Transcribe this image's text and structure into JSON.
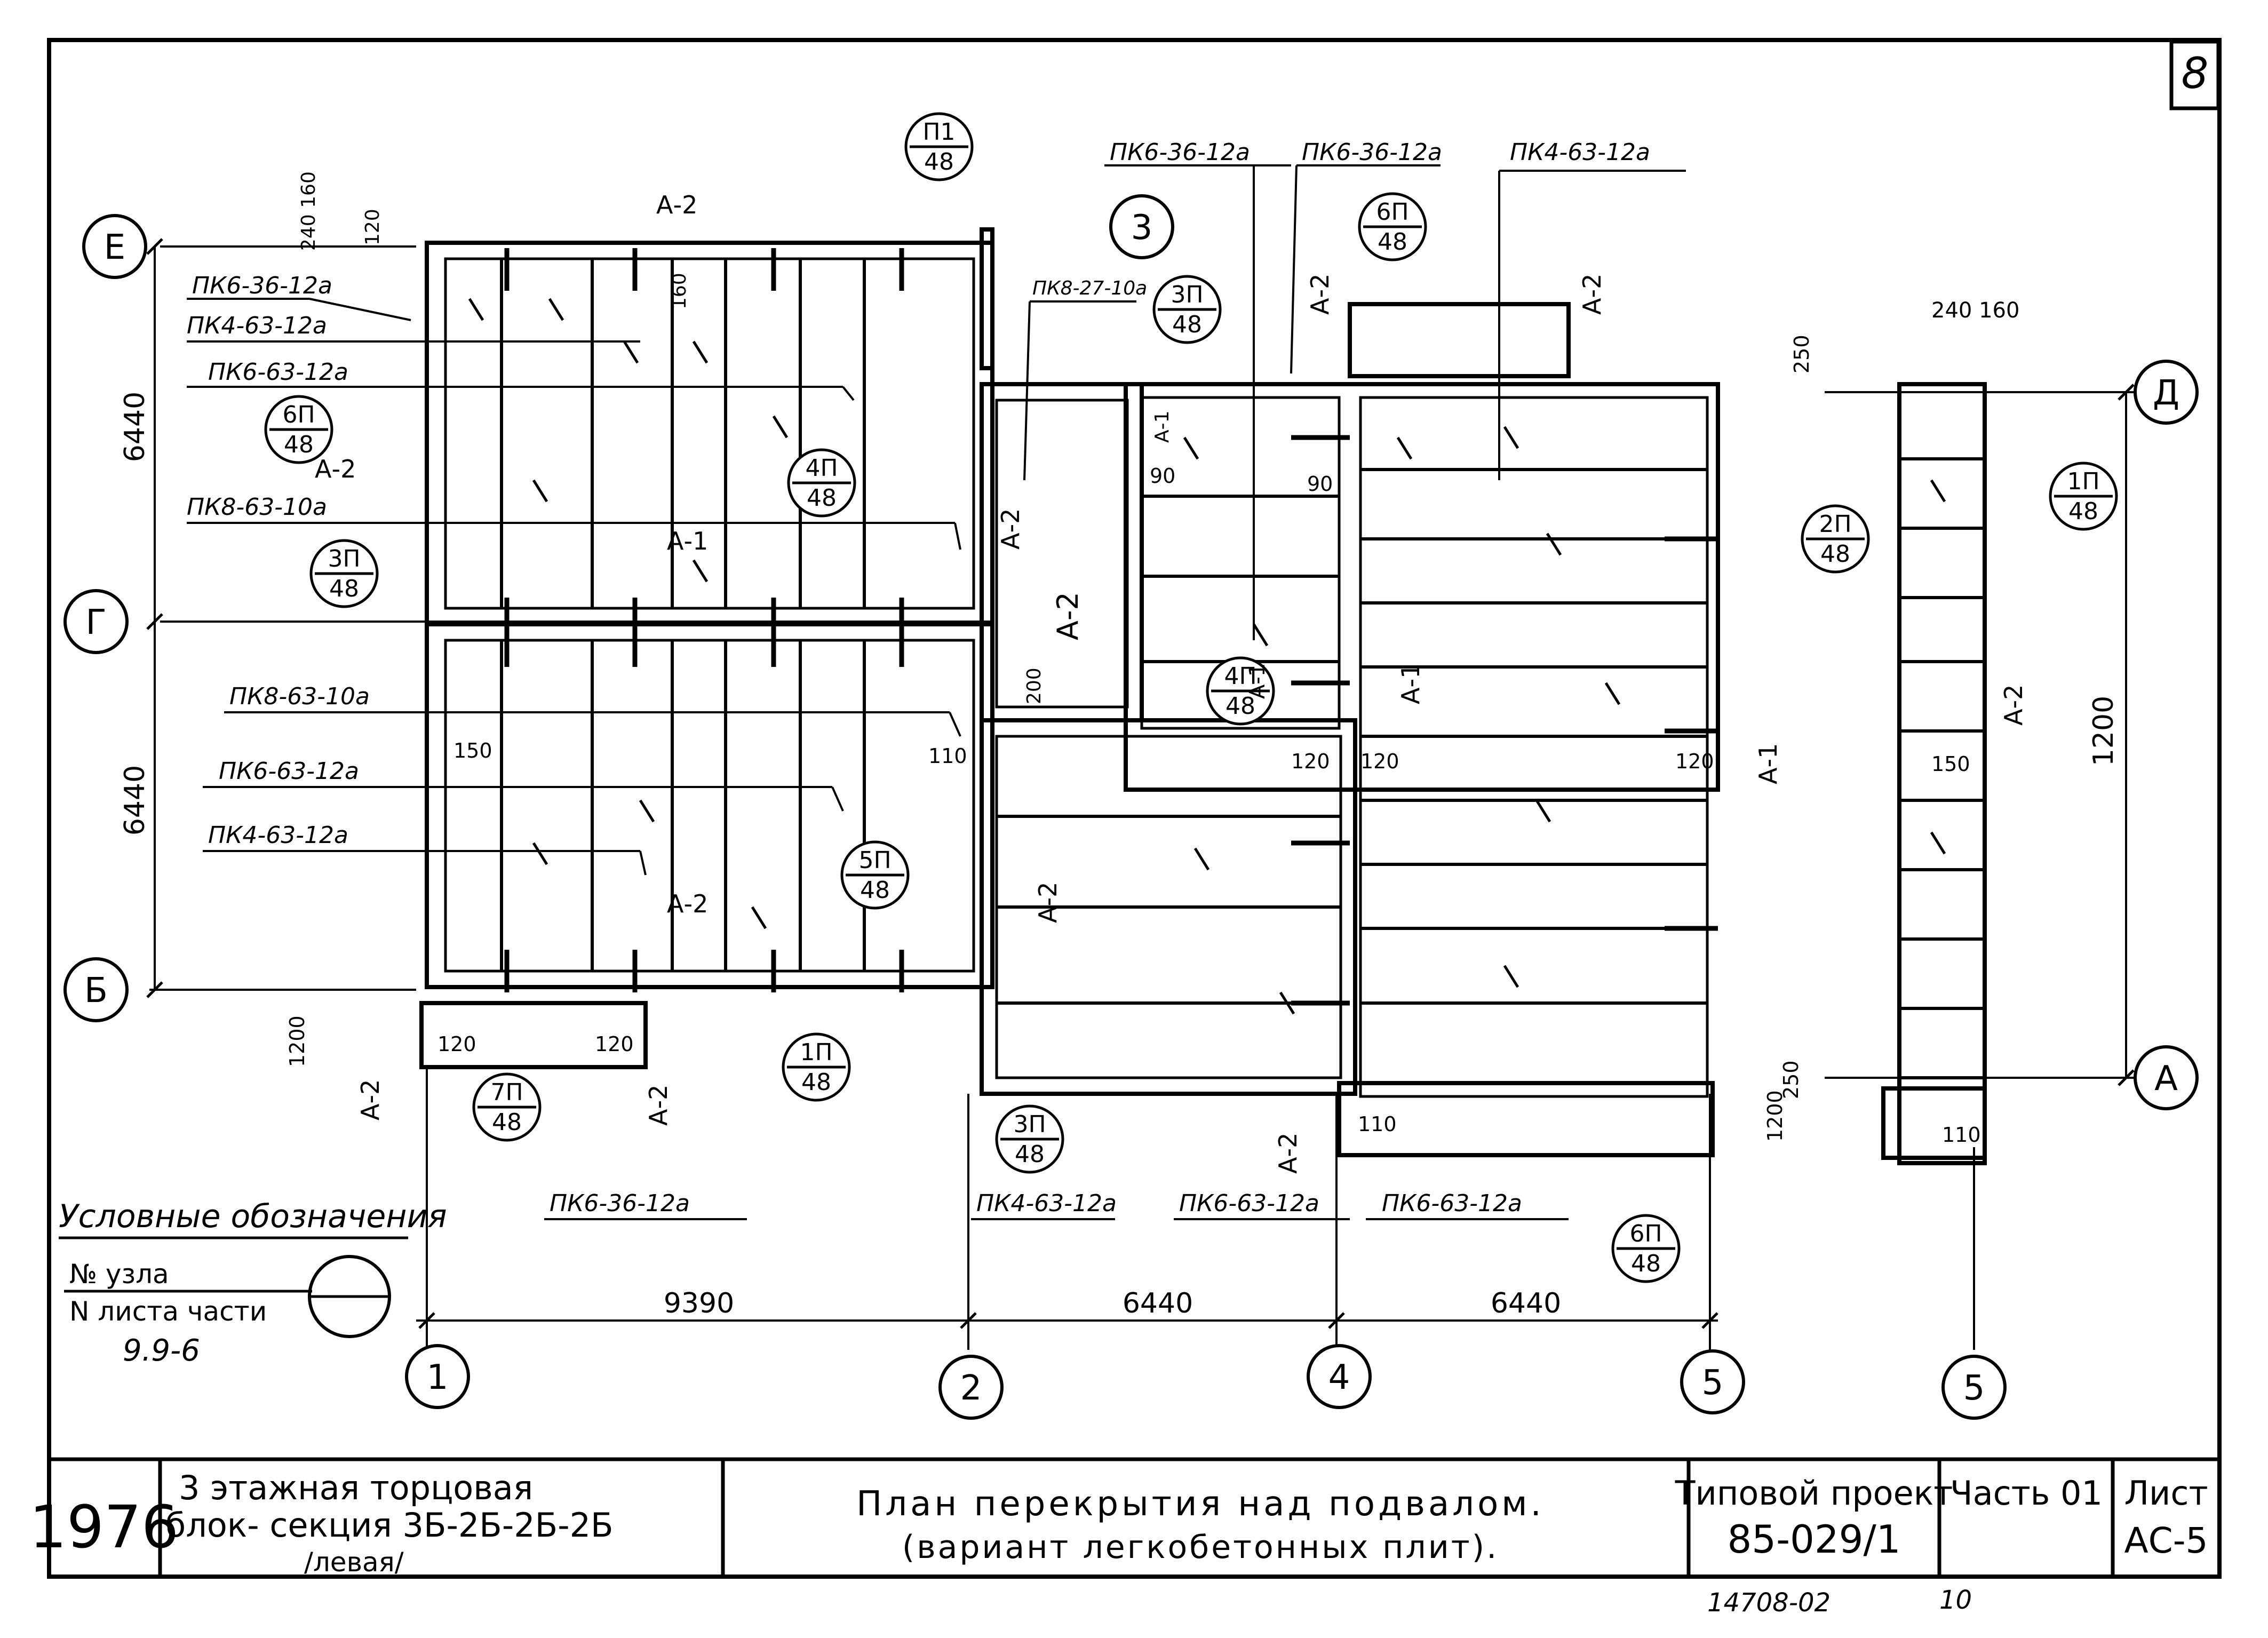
{
  "sheet_number": "8",
  "axes": {
    "E": "Е",
    "D": "Д",
    "G": "Г",
    "B": "Б",
    "A": "А",
    "n1": "1",
    "n2": "2",
    "n3": "3",
    "n4": "4",
    "n5": "5",
    "n5b": "5"
  },
  "nodes": [
    {
      "num": "П1",
      "sheet": "48"
    },
    {
      "num": "6П",
      "sheet": "48"
    },
    {
      "num": "3П",
      "sheet": "48"
    },
    {
      "num": "4П",
      "sheet": "48"
    },
    {
      "num": "3П",
      "sheet": "48"
    },
    {
      "num": "4П",
      "sheet": "48"
    },
    {
      "num": "5П",
      "sheet": "48"
    },
    {
      "num": "7П",
      "sheet": "48"
    },
    {
      "num": "1П",
      "sheet": "48"
    },
    {
      "num": "3П",
      "sheet": "48"
    },
    {
      "num": "2П",
      "sheet": "48"
    },
    {
      "num": "1П",
      "sheet": "48"
    },
    {
      "num": "6П",
      "sheet": "48"
    },
    {
      "num": "6П",
      "sheet": "48"
    }
  ],
  "slab_labels": [
    "ПК6-36-12а",
    "ПК4-63-12а",
    "ПК6-63-12а",
    "ПК8-63-10а",
    "ПК8-63-10а",
    "ПК6-63-12а",
    "ПК4-63-12а",
    "ПК6-36-12а",
    "ПК6-36-12а",
    "ПК4-63-12а",
    "ПК8-27-10а",
    "ПК6-36-12а",
    "ПК4-63-12а",
    "ПК6-63-12а",
    "ПК6-63-12а"
  ],
  "marks": [
    "А-2",
    "А-1",
    "А-2",
    "А-2",
    "А-2",
    "А-2",
    "А-2",
    "А-2",
    "А-2",
    "А-1",
    "А-1",
    "А-2",
    "А-2",
    "А-1",
    "А-2",
    "А-2",
    "А-1"
  ],
  "dimensions": {
    "d6440_top": "6440",
    "d6440_bot": "6440",
    "d1200": "1200",
    "d9390": "9390",
    "d6440_a": "6440",
    "d6440_b": "6440",
    "s240_160": "240 160",
    "s120": "120",
    "s160": "160",
    "s150": "150",
    "s90": "90",
    "s200": "200",
    "s110": "110",
    "s250": "250",
    "s1200": "1200"
  },
  "legend": {
    "title": "Условные обозначения",
    "node_no": "№ узла",
    "sheet_part": "N листа части",
    "part_code": "9.9-6"
  },
  "title_block": {
    "year": "1976",
    "building_line1": "3 этажная торцовая",
    "building_line2": "блок- секция 3Б-2Б-2Б-2Б",
    "building_line3": "/левая/",
    "sheet_title_line1": "План перекрытия над подвалом.",
    "sheet_title_line2": "(вариант легкобетонных плит).",
    "project_label": "Типовой проект",
    "project_number": "85-029/1",
    "part_label": "Часть 01",
    "sheet_label": "Лист",
    "sheet_code": "АС-5",
    "footer_code": "14708-02",
    "footer_page": "10"
  }
}
